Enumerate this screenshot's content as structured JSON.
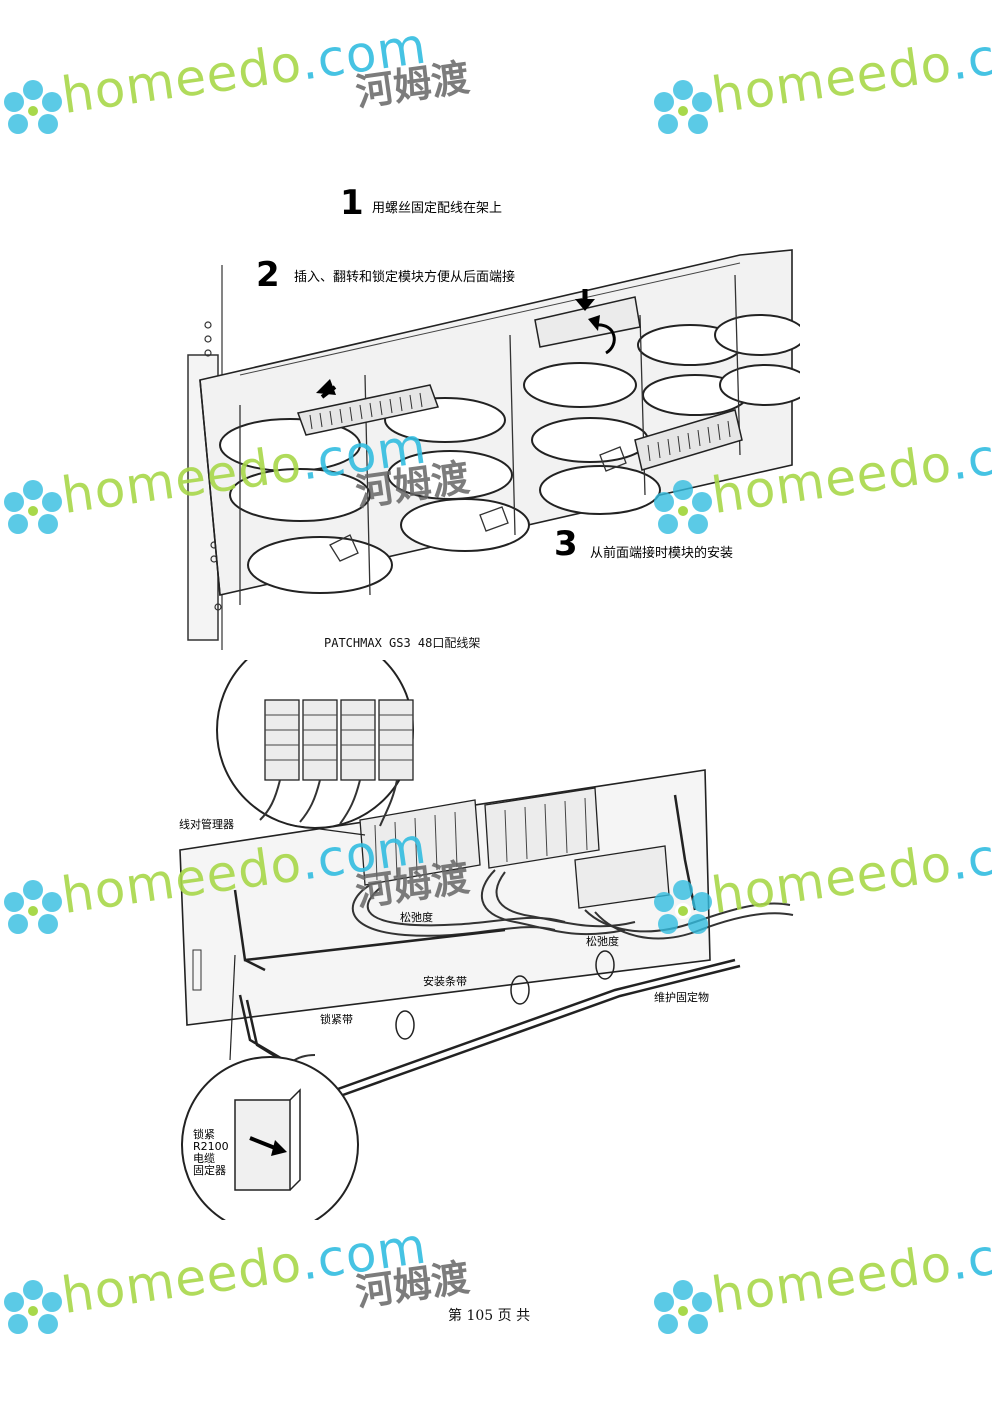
{
  "steps": [
    {
      "number": "1",
      "text": "用螺丝固定配线在架上"
    },
    {
      "number": "2",
      "text": "插入、翻转和锁定模块方便从后面端接"
    },
    {
      "number": "3",
      "text": "从前面端接时模块的安装"
    }
  ],
  "figure1_caption": "PATCHMAX GS3 48口配线架",
  "figure2_labels": {
    "pair_manager": "线对管理器",
    "slack1": "松弛度",
    "slack2": "松弛度",
    "install_strap": "安装条带",
    "maintenance_fixture": "维护固定物",
    "lock_strap": "锁紧带",
    "inset": [
      "锁紧",
      "R2100",
      "电缆",
      "固定器"
    ]
  },
  "footer": {
    "page_label": "第 105 页 共"
  },
  "watermark": {
    "brand_left": "home",
    "brand_right": "do",
    "suffix": ".com",
    "chinese": "河姆渡",
    "colors": {
      "green": "#a8d84a",
      "blue": "#33bde0",
      "gray": "#666666"
    }
  }
}
